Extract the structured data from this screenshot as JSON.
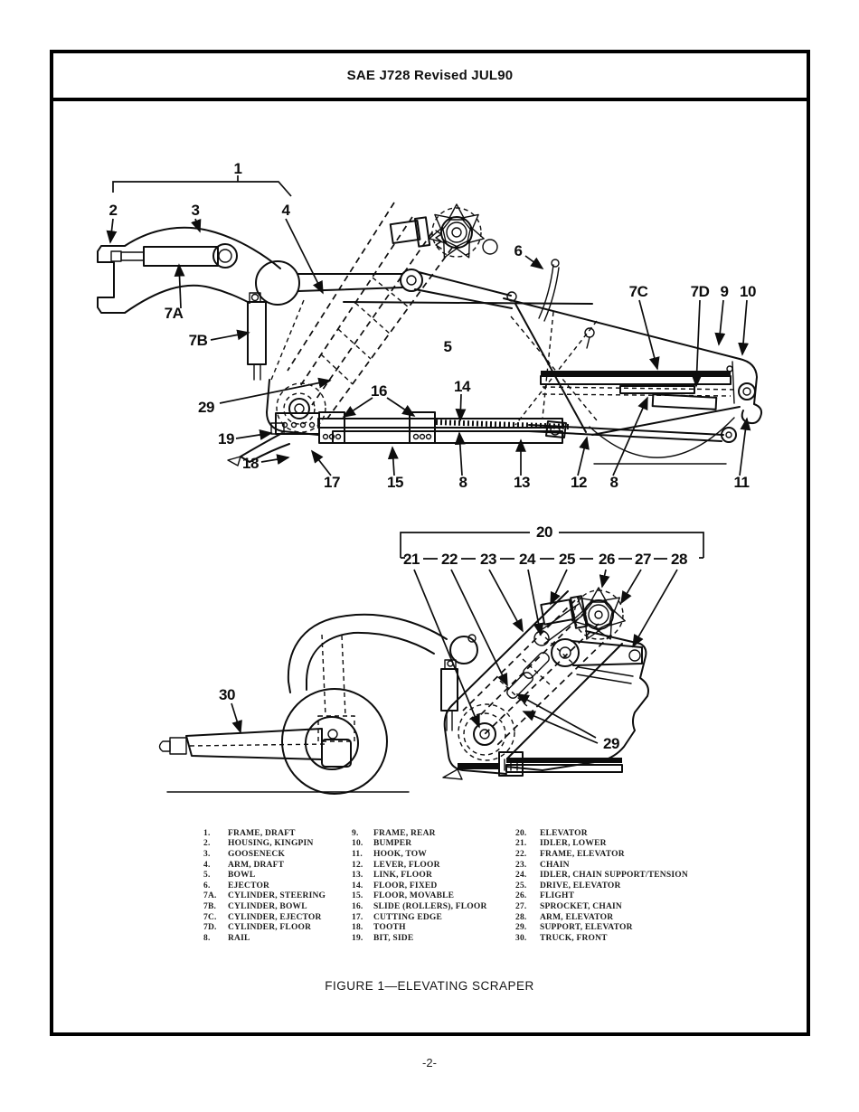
{
  "header": {
    "title": "SAE J728 Revised JUL90"
  },
  "caption": "FIGURE 1—ELEVATING SCRAPER",
  "page_number": "-2-",
  "figure1": {
    "callouts": [
      {
        "label": "1"
      },
      {
        "label": "2"
      },
      {
        "label": "3"
      },
      {
        "label": "4"
      },
      {
        "label": "7A"
      },
      {
        "label": "7B"
      },
      {
        "label": "6"
      },
      {
        "label": "7C"
      },
      {
        "label": "7D"
      },
      {
        "label": "9"
      },
      {
        "label": "10"
      },
      {
        "label": "5"
      },
      {
        "label": "29"
      },
      {
        "label": "19"
      },
      {
        "label": "18"
      },
      {
        "label": "17"
      },
      {
        "label": "15"
      },
      {
        "label": "16"
      },
      {
        "label": "14"
      },
      {
        "label": "8"
      },
      {
        "label": "13"
      },
      {
        "label": "12"
      },
      {
        "label": "8"
      },
      {
        "label": "11"
      }
    ]
  },
  "figure2": {
    "callouts": [
      {
        "label": "20"
      },
      {
        "label": "21"
      },
      {
        "label": "22"
      },
      {
        "label": "23"
      },
      {
        "label": "24"
      },
      {
        "label": "25"
      },
      {
        "label": "26"
      },
      {
        "label": "27"
      },
      {
        "label": "28"
      },
      {
        "label": "29"
      },
      {
        "label": "30"
      }
    ]
  },
  "legend": {
    "columns": [
      {
        "items": [
          {
            "num": "1.",
            "label": "FRAME, DRAFT"
          },
          {
            "num": "2.",
            "label": "HOUSING, KINGPIN"
          },
          {
            "num": "3.",
            "label": "GOOSENECK"
          },
          {
            "num": "4.",
            "label": "ARM, DRAFT"
          },
          {
            "num": "5.",
            "label": "BOWL"
          },
          {
            "num": "6.",
            "label": "EJECTOR"
          },
          {
            "num": "7A.",
            "label": "CYLINDER, STEERING"
          },
          {
            "num": "7B.",
            "label": "CYLINDER, BOWL"
          },
          {
            "num": "7C.",
            "label": "CYLINDER, EJECTOR"
          },
          {
            "num": "7D.",
            "label": "CYLINDER, FLOOR"
          },
          {
            "num": "8.",
            "label": "RAIL"
          }
        ]
      },
      {
        "items": [
          {
            "num": "9.",
            "label": "FRAME, REAR"
          },
          {
            "num": "10.",
            "label": "BUMPER"
          },
          {
            "num": "11.",
            "label": "HOOK, TOW"
          },
          {
            "num": "12.",
            "label": "LEVER, FLOOR"
          },
          {
            "num": "13.",
            "label": "LINK, FLOOR"
          },
          {
            "num": "14.",
            "label": "FLOOR, FIXED"
          },
          {
            "num": "15.",
            "label": "FLOOR, MOVABLE"
          },
          {
            "num": "16.",
            "label": "SLIDE (ROLLERS), FLOOR"
          },
          {
            "num": "17.",
            "label": "CUTTING EDGE"
          },
          {
            "num": "18.",
            "label": "TOOTH"
          },
          {
            "num": "19.",
            "label": "BIT, SIDE"
          }
        ]
      },
      {
        "items": [
          {
            "num": "20.",
            "label": "ELEVATOR"
          },
          {
            "num": "21.",
            "label": "IDLER, LOWER"
          },
          {
            "num": "22.",
            "label": "FRAME, ELEVATOR"
          },
          {
            "num": "23.",
            "label": "CHAIN"
          },
          {
            "num": "24.",
            "label": "IDLER, CHAIN SUPPORT/TENSION"
          },
          {
            "num": "25.",
            "label": "DRIVE, ELEVATOR"
          },
          {
            "num": "26.",
            "label": "FLIGHT"
          },
          {
            "num": "27.",
            "label": "SPROCKET, CHAIN"
          },
          {
            "num": "28.",
            "label": "ARM, ELEVATOR"
          },
          {
            "num": "29.",
            "label": "SUPPORT, ELEVATOR"
          },
          {
            "num": "30.",
            "label": "TRUCK, FRONT"
          }
        ]
      }
    ]
  }
}
